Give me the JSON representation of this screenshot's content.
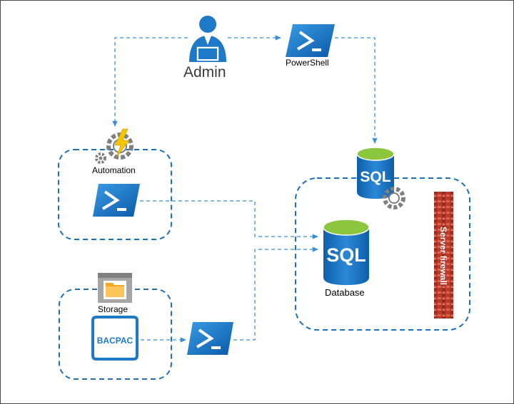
{
  "labels": {
    "admin": "Admin",
    "powershell": "PowerShell",
    "automation": "Automation",
    "storage": "Storage",
    "database": "Database",
    "firewall": "Server firewall",
    "sql_top": "SQL",
    "sql_db": "SQL",
    "bacpac": "BACPAC"
  },
  "icons": [
    "admin-user-icon",
    "powershell-icon",
    "automation-gear-icon",
    "storage-folder-icon",
    "sql-database-icon",
    "sql-server-icon",
    "firewall-icon",
    "bacpac-file-icon"
  ],
  "colors": {
    "connector": "#3b8fd6",
    "container_border": "#1f6fb5",
    "azure_blue": "#1e79c8",
    "sql_top": "#8cc63f",
    "firewall": "#b93a2a",
    "gear": "#7f7f7f",
    "bolt": "#f5c400"
  }
}
